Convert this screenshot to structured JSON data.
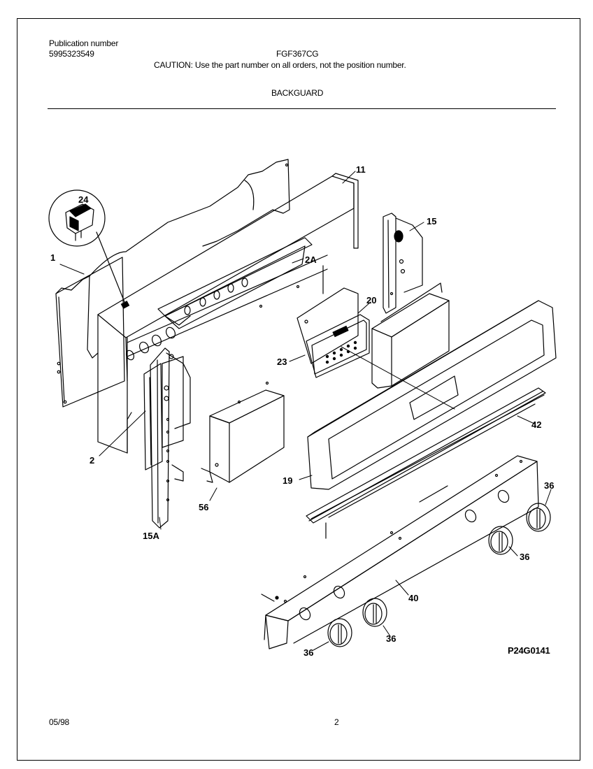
{
  "header": {
    "publication_label": "Publication number",
    "publication_number": "5995323549",
    "model": "FGF367CG",
    "caution": "CAUTION:  Use the part number on all orders, not the position number.",
    "section": "BACKGUARD"
  },
  "callouts": {
    "c1": "1",
    "c2": "2",
    "c2a": "2A",
    "c11": "11",
    "c15": "15",
    "c15a": "15A",
    "c19": "19",
    "c20": "20",
    "c23": "23",
    "c24": "24",
    "c36a": "36",
    "c36b": "36",
    "c36c": "36",
    "c36d": "36",
    "c40": "40",
    "c42": "42",
    "c56": "56"
  },
  "drawing_id": "P24G0141",
  "footer": {
    "date": "05/98",
    "page": "2"
  }
}
